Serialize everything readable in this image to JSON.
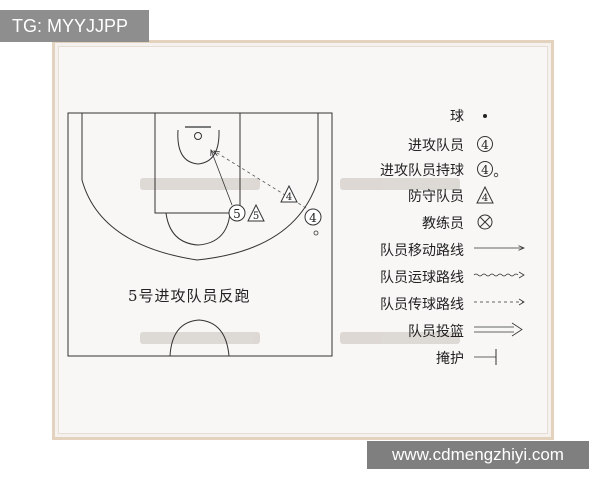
{
  "overlay_tag": "TG: MYYJJPP",
  "site_url": "www.cdmengzhiyi.com",
  "diagram": {
    "caption": "5号进攻队员反跑",
    "players": [
      {
        "role": "offense",
        "number": "5"
      },
      {
        "role": "defense",
        "number": "5"
      },
      {
        "role": "offense",
        "number": "4"
      },
      {
        "role": "defense",
        "number": "4"
      }
    ]
  },
  "legend": [
    {
      "label": "球",
      "icon": "ball-icon"
    },
    {
      "label": "进攻队员",
      "icon": "offensive-player-icon",
      "number": "4"
    },
    {
      "label": "进攻队员持球",
      "icon": "offensive-player-with-ball-icon",
      "number": "4"
    },
    {
      "label": "防守队员",
      "icon": "defensive-player-icon",
      "number": "4"
    },
    {
      "label": "教练员",
      "icon": "coach-icon"
    },
    {
      "label": "队员移动路线",
      "icon": "player-movement-line-icon"
    },
    {
      "label": "队员运球路线",
      "icon": "dribble-line-icon"
    },
    {
      "label": "队员传球路线",
      "icon": "pass-line-icon"
    },
    {
      "label": "队员投篮",
      "icon": "shot-arrow-icon"
    },
    {
      "label": "掩护",
      "icon": "screen-icon"
    }
  ],
  "colors": {
    "line": "#333333",
    "frame": "#e3d2bd",
    "watermark": "#c9c4bf"
  }
}
